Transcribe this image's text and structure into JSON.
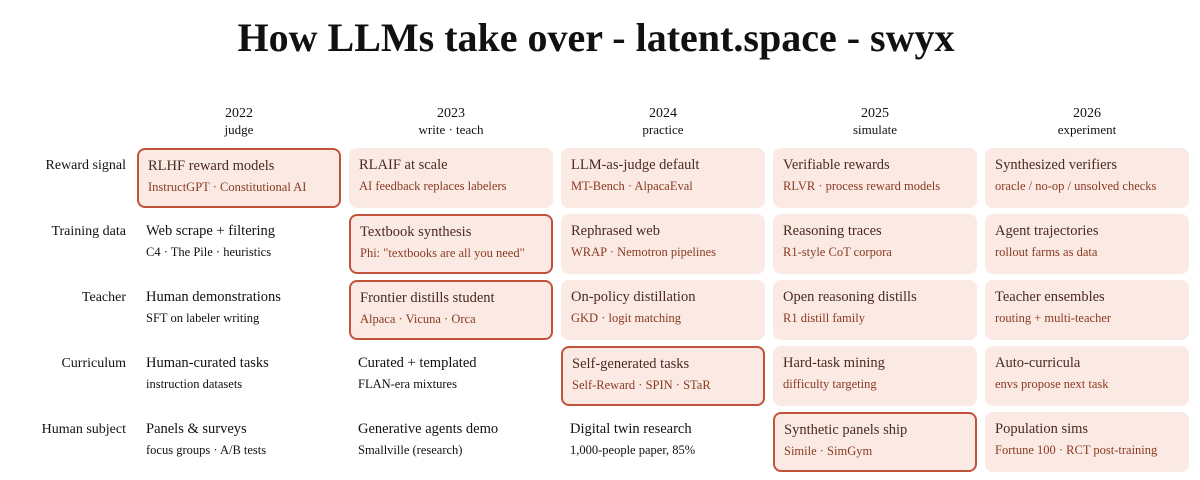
{
  "title": "How LLMs take over - latent.space - swyx",
  "columns": [
    {
      "year": "2022",
      "label": "judge"
    },
    {
      "year": "2023",
      "label": "write · teach"
    },
    {
      "year": "2024",
      "label": "practice"
    },
    {
      "year": "2025",
      "label": "simulate"
    },
    {
      "year": "2026",
      "label": "experiment"
    }
  ],
  "rows": [
    {
      "label": "Reward signal",
      "cells": [
        {
          "title": "RLHF reward models",
          "sub": "InstructGPT · Constitutional AI",
          "style": "highlight"
        },
        {
          "title": "RLAIF at scale",
          "sub": "AI feedback replaces labelers",
          "style": "filled"
        },
        {
          "title": "LLM-as-judge default",
          "sub": "MT-Bench · AlpacaEval",
          "style": "filled"
        },
        {
          "title": "Verifiable rewards",
          "sub": "RLVR · process reward models",
          "style": "filled"
        },
        {
          "title": "Synthesized verifiers",
          "sub": "oracle / no-op / unsolved checks",
          "style": "filled"
        }
      ]
    },
    {
      "label": "Training data",
      "cells": [
        {
          "title": "Web scrape + filtering",
          "sub": "C4 · The Pile · heuristics",
          "style": "plain"
        },
        {
          "title": "Textbook synthesis",
          "sub": "Phi: \"textbooks are all you need\"",
          "style": "highlight"
        },
        {
          "title": "Rephrased web",
          "sub": "WRAP · Nemotron pipelines",
          "style": "filled"
        },
        {
          "title": "Reasoning traces",
          "sub": "R1-style CoT corpora",
          "style": "filled"
        },
        {
          "title": "Agent trajectories",
          "sub": "rollout farms as data",
          "style": "filled"
        }
      ]
    },
    {
      "label": "Teacher",
      "cells": [
        {
          "title": "Human demonstrations",
          "sub": "SFT on labeler writing",
          "style": "plain"
        },
        {
          "title": "Frontier distills student",
          "sub": "Alpaca · Vicuna · Orca",
          "style": "highlight"
        },
        {
          "title": "On-policy distillation",
          "sub": "GKD · logit matching",
          "style": "filled"
        },
        {
          "title": "Open reasoning distills",
          "sub": "R1 distill family",
          "style": "filled"
        },
        {
          "title": "Teacher ensembles",
          "sub": "routing + multi-teacher",
          "style": "filled"
        }
      ]
    },
    {
      "label": "Curriculum",
      "cells": [
        {
          "title": "Human-curated tasks",
          "sub": "instruction datasets",
          "style": "plain"
        },
        {
          "title": "Curated + templated",
          "sub": "FLAN-era mixtures",
          "style": "plain"
        },
        {
          "title": "Self-generated tasks",
          "sub": "Self-Reward · SPIN · STaR",
          "style": "highlight"
        },
        {
          "title": "Hard-task mining",
          "sub": "difficulty targeting",
          "style": "filled"
        },
        {
          "title": "Auto-curricula",
          "sub": "envs propose next task",
          "style": "filled"
        }
      ]
    },
    {
      "label": "Human subject",
      "cells": [
        {
          "title": "Panels & surveys",
          "sub": "focus groups · A/B tests",
          "style": "plain"
        },
        {
          "title": "Generative agents demo",
          "sub": "Smallville (research)",
          "style": "plain"
        },
        {
          "title": "Digital twin research",
          "sub": "1,000-people paper, 85%",
          "style": "plain"
        },
        {
          "title": "Synthetic panels ship",
          "sub": "Simile · SimGym",
          "style": "highlight"
        },
        {
          "title": "Population sims",
          "sub": "Fortune 100 · RCT post-training",
          "style": "filled"
        }
      ]
    }
  ],
  "colors": {
    "highlight_border": "#c0533a",
    "fill": "#fbeae3"
  }
}
